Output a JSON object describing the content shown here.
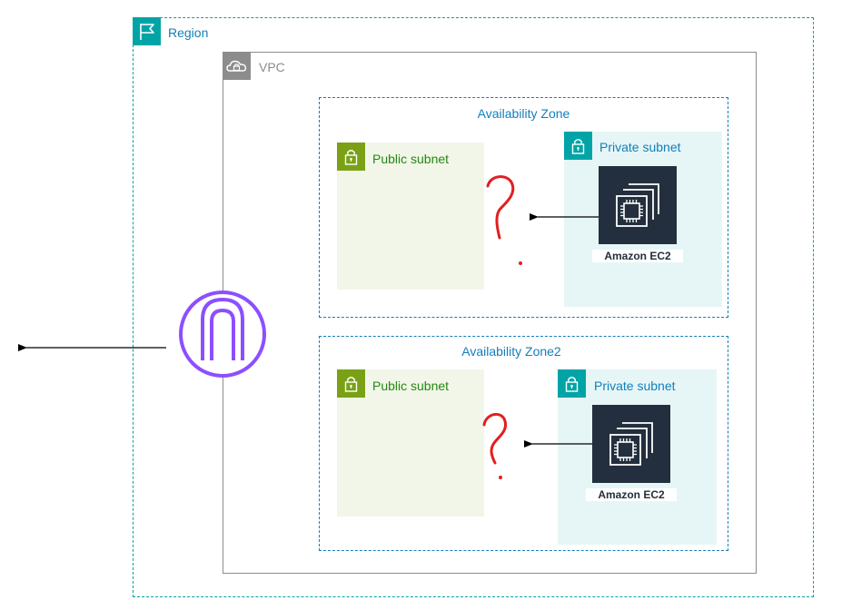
{
  "region": {
    "label": "Region",
    "icon": "flag-icon",
    "color": "#00a4a6"
  },
  "vpc": {
    "label": "VPC",
    "icon": "cloud-lock-icon",
    "color": "#8c8c8c"
  },
  "availability_zones": [
    {
      "label": "Availability Zone",
      "public_subnet": {
        "label": "Public subnet",
        "icon": "lock-icon"
      },
      "private_subnet": {
        "label": "Private subnet",
        "icon": "lock-icon"
      },
      "ec2": {
        "label": "Amazon EC2",
        "icon": "ec2-chip-icon"
      },
      "annotation": "?"
    },
    {
      "label": "Availability Zone2",
      "public_subnet": {
        "label": "Public subnet",
        "icon": "lock-icon"
      },
      "private_subnet": {
        "label": "Private subnet",
        "icon": "lock-icon"
      },
      "ec2": {
        "label": "Amazon EC2",
        "icon": "ec2-chip-icon"
      },
      "annotation": "?"
    }
  ],
  "gateway": {
    "icon": "internet-gateway-icon",
    "color": "#8c4fff"
  },
  "colors": {
    "public": "#7aa116",
    "private": "#00a4a6",
    "zone": "#147eba",
    "annotation": "#e02020"
  }
}
